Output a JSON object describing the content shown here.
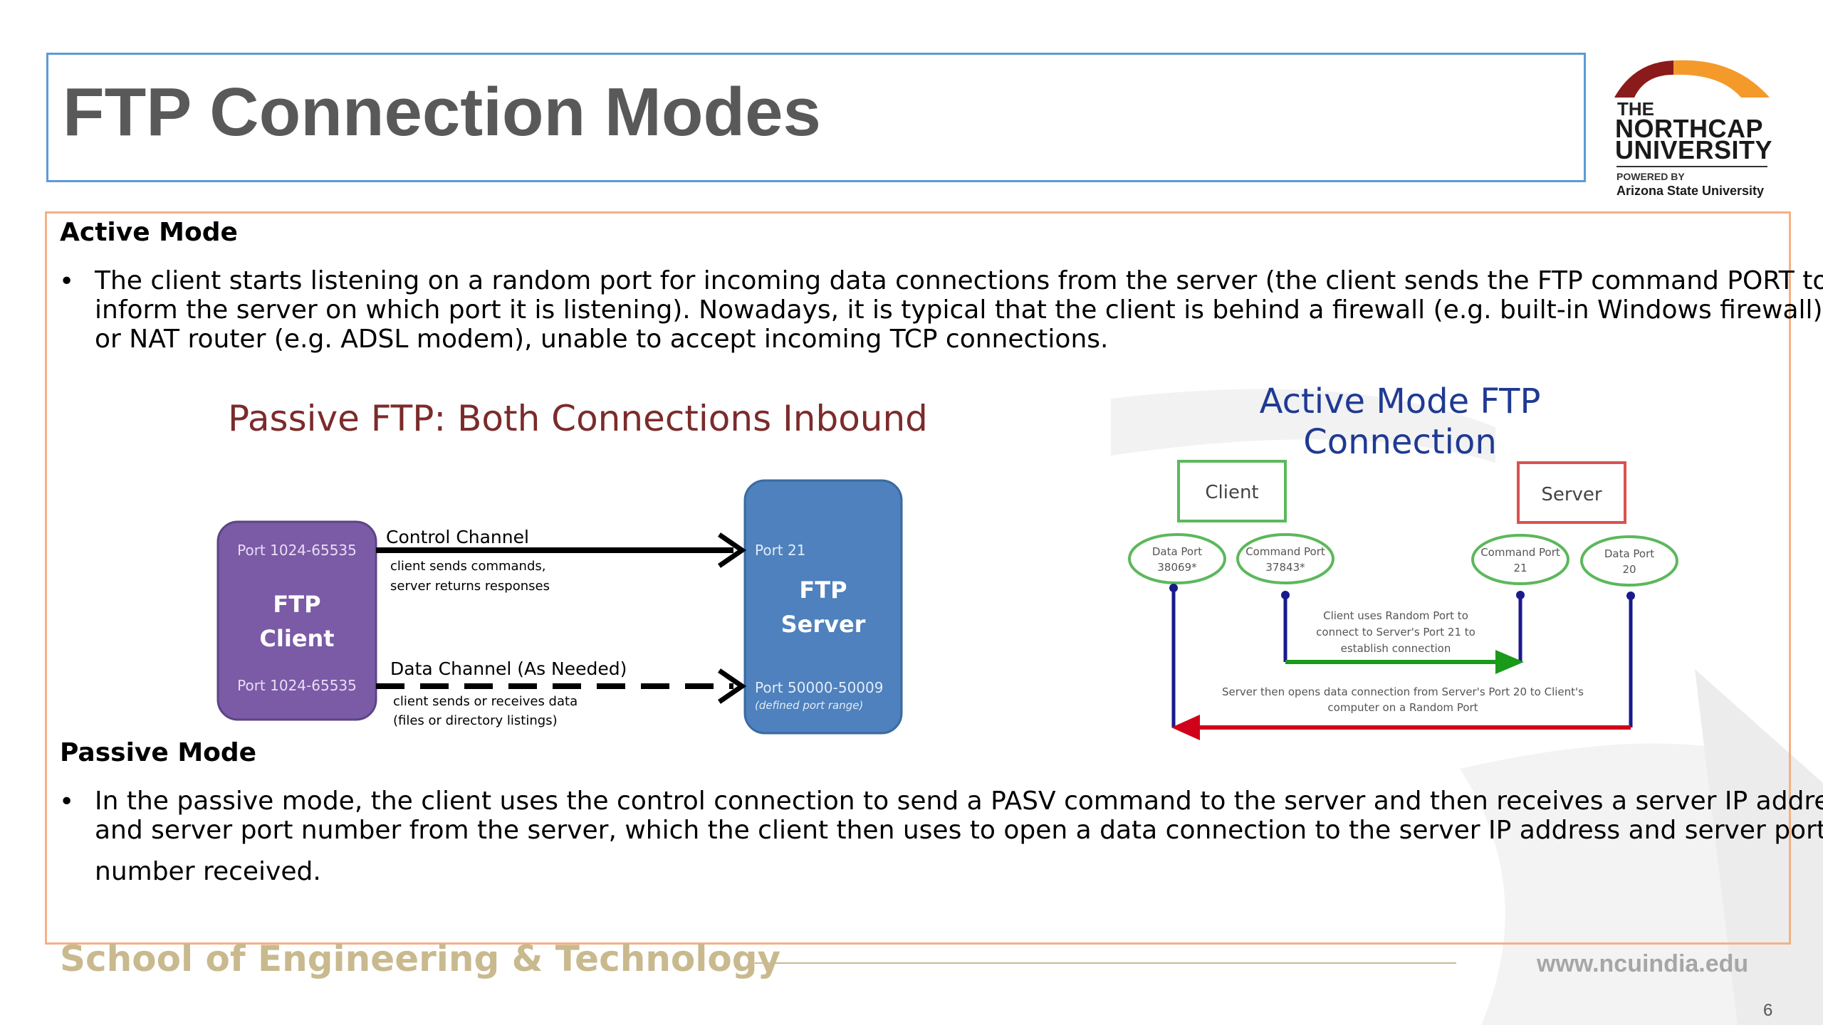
{
  "slide": {
    "title": "FTP Connection Modes",
    "page_number": "6"
  },
  "logo": {
    "the": "THE",
    "name_line1": "NORTHCAP",
    "name_line2": "UNIVERSITY",
    "powered_by": "POWERED BY",
    "partner": "Arizona State University",
    "colors": {
      "dark": "#8b1a1a",
      "orange": "#f39a2b"
    }
  },
  "active_mode": {
    "heading": "Active Mode",
    "bullet_lines": [
      "The client starts listening on a random port for incoming data connections from the server (the client sends the FTP command PORT to",
      "inform the server on which port it is listening).  Nowadays, it is typical that the client is behind a firewall (e.g. built-in Windows firewall)",
      "or NAT router (e.g. ADSL modem), unable to accept incoming TCP connections."
    ]
  },
  "passive_diagram": {
    "title": "Passive FTP: Both Connections Inbound",
    "client": {
      "port_top": "Port 1024-65535",
      "line1": "FTP",
      "line2": "Client",
      "port_bottom": "Port 1024-65535"
    },
    "server": {
      "port_top": "Port 21",
      "line1": "FTP",
      "line2": "Server",
      "port_bottom": "Port 50000-50009",
      "port_note": "(defined port range)"
    },
    "control_channel": {
      "label": "Control Channel",
      "desc_line1": "client sends commands,",
      "desc_line2": "server returns responses"
    },
    "data_channel": {
      "label": "Data Channel (As Needed)",
      "desc_line1": "client sends or receives data",
      "desc_line2": "(files or directory listings)"
    },
    "colors": {
      "client": "#7b5aa6",
      "server": "#4e81bd",
      "title": "#7b2b2b"
    }
  },
  "active_diagram": {
    "title_line1": "Active Mode FTP",
    "title_line2": "Connection",
    "client_label": "Client",
    "server_label": "Server",
    "ports": [
      {
        "line1": "Data Port",
        "line2": "38069*"
      },
      {
        "line1": "Command Port",
        "line2": "37843*"
      },
      {
        "line1": "Command Port",
        "line2": "21"
      },
      {
        "line1": "Data Port",
        "line2": "20"
      }
    ],
    "green_note": [
      "Client uses Random Port to",
      "connect to Server's Port 21 to",
      "establish connection"
    ],
    "red_note": [
      "Server then opens data connection from Server's Port 20 to Client's",
      "computer on a Random Port"
    ],
    "colors": {
      "title": "#1f3a93",
      "client_border": "#5cb85c",
      "server_border": "#d9534f",
      "green_arrow": "#1a9a1a",
      "red_arrow": "#d0021b",
      "navy": "#1a1a8c"
    }
  },
  "passive_mode": {
    "heading": "Passive Mode",
    "bullet_lines": [
      "In the passive mode, the client uses the control connection to send a PASV command to the server  and then receives a server IP address",
      "and server port number from the server, which the client then uses to open a data connection to the server IP address and server port",
      "number received."
    ]
  },
  "footer": {
    "school": "School of Engineering & Technology",
    "url": "www.ncuindia.edu"
  }
}
